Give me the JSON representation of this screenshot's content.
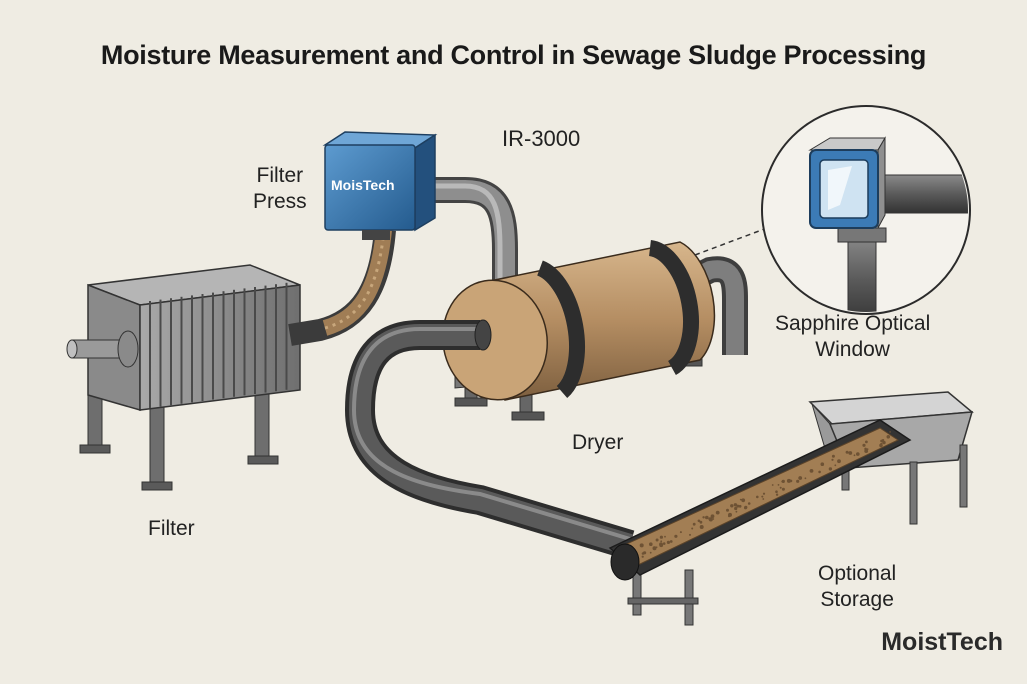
{
  "title": "Moisture Measurement and Control in Sewage Sludge Processing",
  "labels": {
    "sensor_model": "IR-3000",
    "filter_press": "Filter\nPress",
    "sapphire_window": "Sapphire Optical\nWindow",
    "dryer": "Dryer",
    "filter": "Filter",
    "storage": "Optional\nStorage"
  },
  "sensor_logo": "MoisTech",
  "brand": "MoistTech",
  "colors": {
    "background": "#efece3",
    "sensor_blue": "#2f6fa8",
    "metal": "#8c8c8c",
    "sludge": "#9c7a52",
    "pipe": "#555555"
  }
}
